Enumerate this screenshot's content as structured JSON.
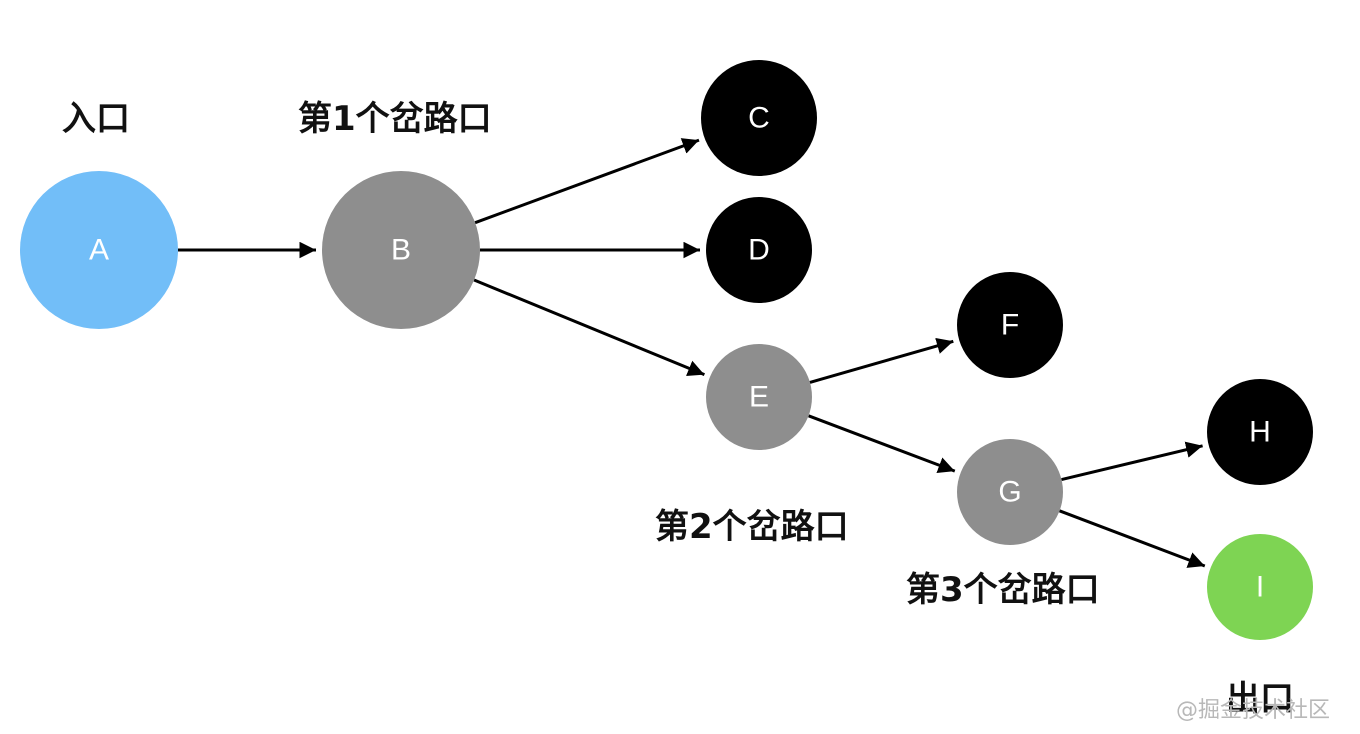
{
  "nodes": [
    {
      "id": "A",
      "label": "A",
      "color": "#72bef8",
      "role": "entrance"
    },
    {
      "id": "B",
      "label": "B",
      "color": "#8e8e8e",
      "role": "fork"
    },
    {
      "id": "C",
      "label": "C",
      "color": "#000000",
      "role": "dead-end"
    },
    {
      "id": "D",
      "label": "D",
      "color": "#000000",
      "role": "dead-end"
    },
    {
      "id": "E",
      "label": "E",
      "color": "#8e8e8e",
      "role": "fork"
    },
    {
      "id": "F",
      "label": "F",
      "color": "#000000",
      "role": "dead-end"
    },
    {
      "id": "G",
      "label": "G",
      "color": "#8e8e8e",
      "role": "fork"
    },
    {
      "id": "H",
      "label": "H",
      "color": "#000000",
      "role": "dead-end"
    },
    {
      "id": "I",
      "label": "I",
      "color": "#7ed453",
      "role": "exit"
    }
  ],
  "edges": [
    {
      "from": "A",
      "to": "B"
    },
    {
      "from": "B",
      "to": "C"
    },
    {
      "from": "B",
      "to": "D"
    },
    {
      "from": "B",
      "to": "E"
    },
    {
      "from": "E",
      "to": "F"
    },
    {
      "from": "E",
      "to": "G"
    },
    {
      "from": "G",
      "to": "H"
    },
    {
      "from": "G",
      "to": "I"
    }
  ],
  "captions": {
    "entrance": "入口",
    "fork1": "第1个岔路口",
    "fork2": "第2个岔路口",
    "fork3": "第3个岔路口",
    "exit": "出口"
  },
  "watermark": "@掘金技术社区"
}
